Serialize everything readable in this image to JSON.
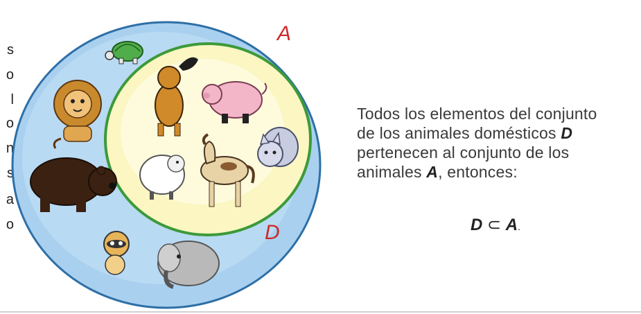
{
  "left_strip_chars": [
    "s",
    "o",
    "l",
    "o",
    "n",
    "s",
    "a",
    "o"
  ],
  "diagram": {
    "outer_set_label": "A",
    "inner_set_label": "D",
    "colors": {
      "outer_fill": "#a9d0ef",
      "outer_stroke": "#2d6fa6",
      "inner_fill": "#fbf6c2",
      "inner_stroke": "#3c9a3a",
      "label_color": "#cc2b2b"
    },
    "outer_animals": [
      "turtle",
      "lion",
      "bear",
      "raccoon",
      "elephant"
    ],
    "inner_animals": [
      "dog",
      "pig",
      "cat",
      "sheep",
      "horse"
    ]
  },
  "caption": {
    "line1": "Todos los elementos del conjunto",
    "line2_prefix": "de los animales domésticos ",
    "line2_var": "D",
    "line3": "pertenecen al conjunto de los",
    "line4_prefix": "animales ",
    "line4_var": "A",
    "line4_suffix": ", entonces:"
  },
  "formula": {
    "left": "D",
    "operator": "⊂",
    "right": "A",
    "end": "."
  }
}
